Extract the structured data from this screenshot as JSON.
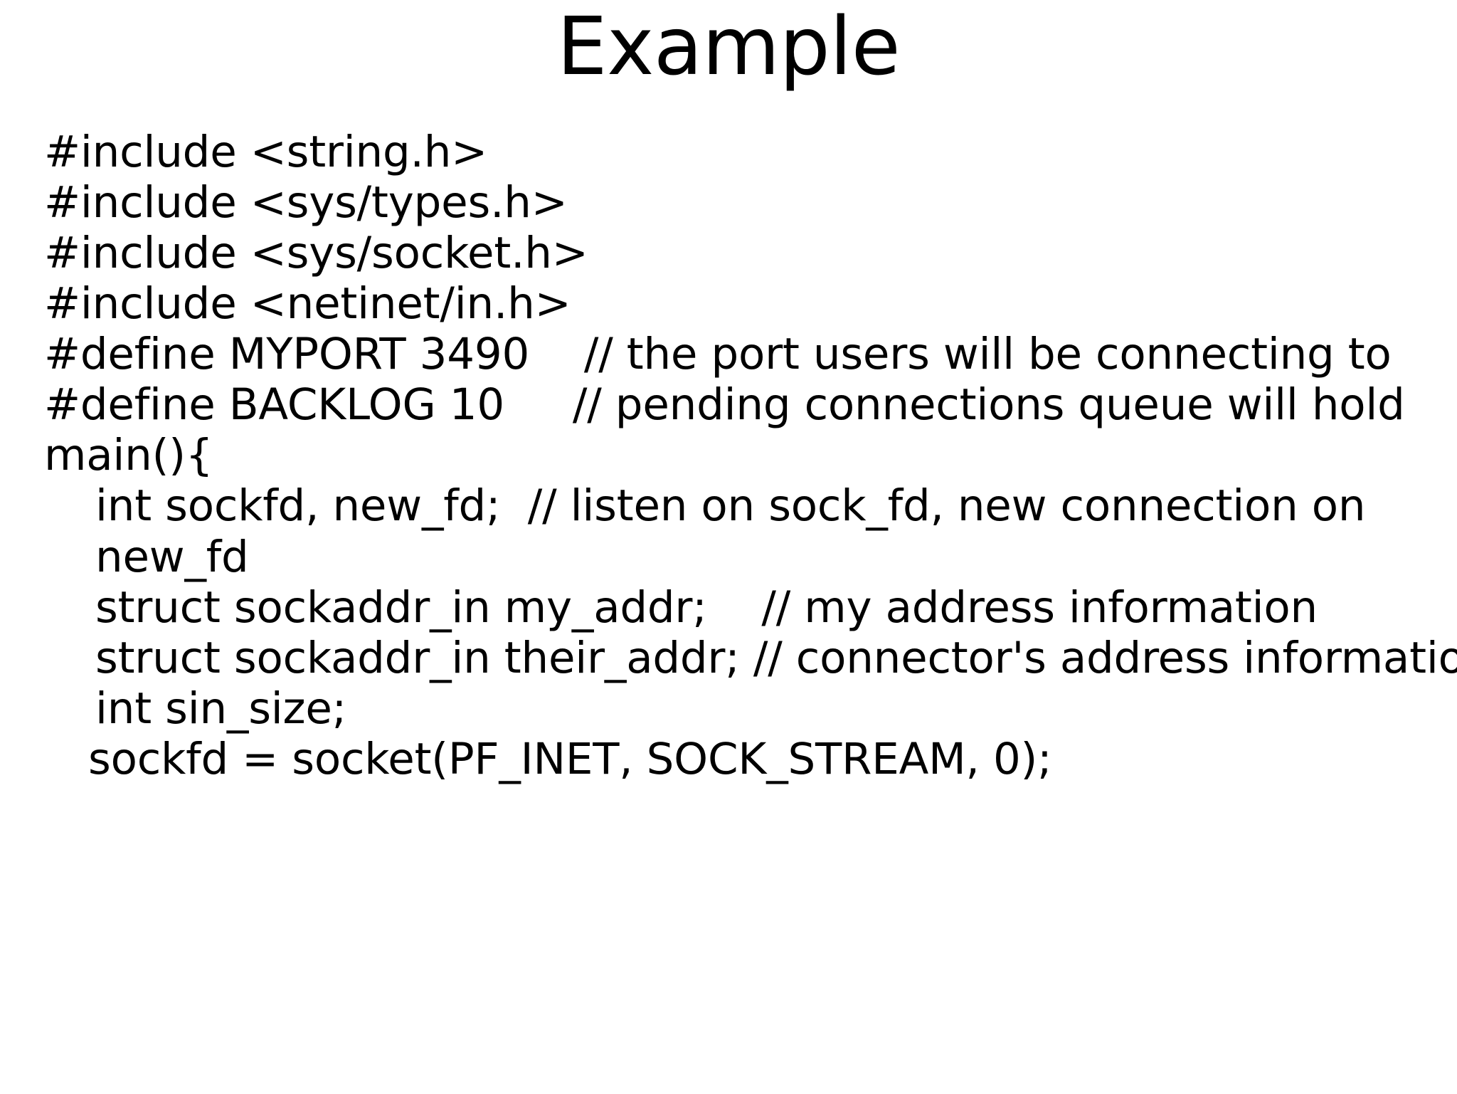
{
  "slide": {
    "title": "Example",
    "background_color": "#ffffff",
    "text_color": "#000000",
    "code_lines": [
      {
        "text": "#include <string.h>",
        "indent": 0
      },
      {
        "text": "#include <sys/types.h>",
        "indent": 0
      },
      {
        "text": "#include <sys/socket.h>",
        "indent": 0
      },
      {
        "text": "#include <netinet/in.h>",
        "indent": 0
      },
      {
        "text": "#define MYPORT 3490    // the port users will be connecting to",
        "indent": 0
      },
      {
        "text": "#define BACKLOG 10     // pending connections queue will hold",
        "indent": 0
      },
      {
        "text": "main(){",
        "indent": 0
      },
      {
        "text": "int sockfd, new_fd;  // listen on sock_fd, new connection on new_fd",
        "indent": 1,
        "wraps": true
      },
      {
        "text": "struct sockaddr_in my_addr;    // my address information",
        "indent": 1
      },
      {
        "text": "struct sockaddr_in their_addr; // connector's address information",
        "indent": 1
      },
      {
        "text": "int sin_size;",
        "indent": 1
      },
      {
        "text": "sockfd = socket(PF_INET, SOCK_STREAM, 0);",
        "indent": 1,
        "soft": true
      }
    ]
  }
}
